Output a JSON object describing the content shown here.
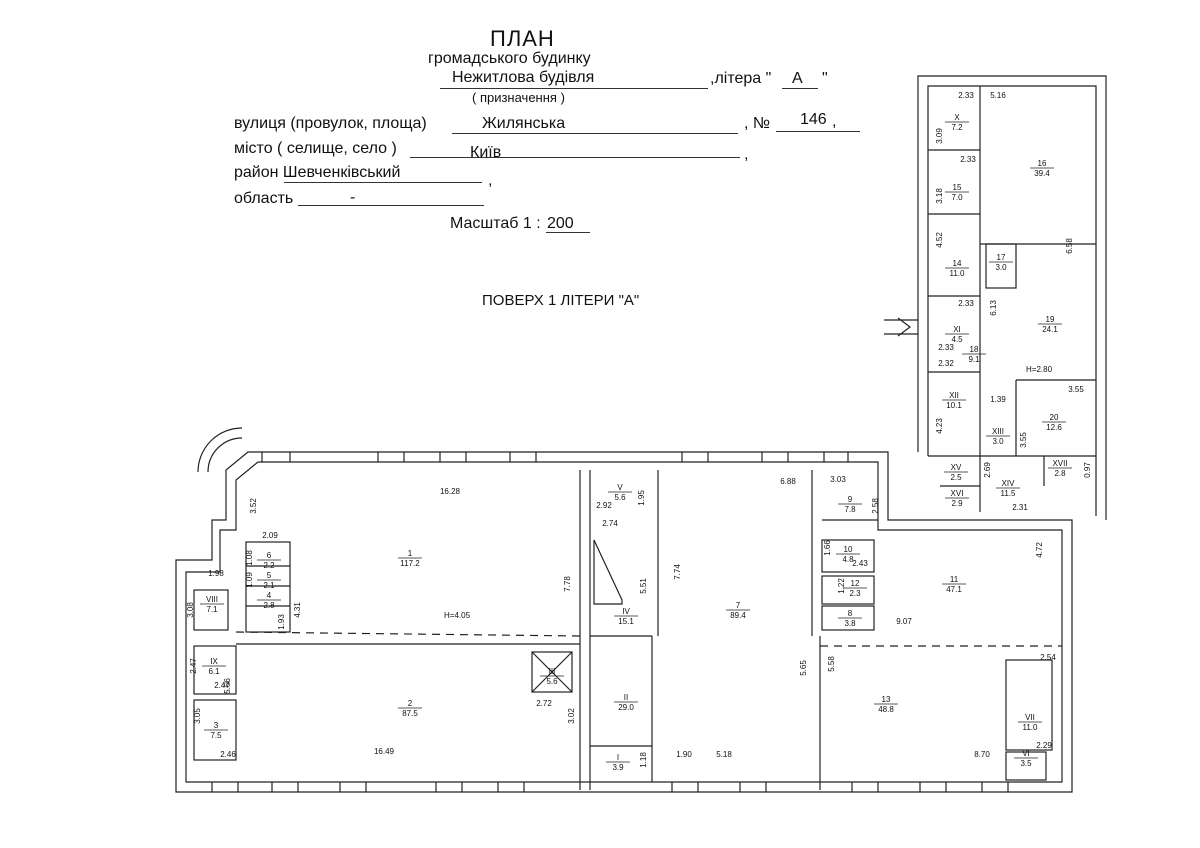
{
  "header": {
    "title": "ПЛАН",
    "subtitle": "громадського будинку",
    "building": "Нежитлова будівля",
    "litera_prefix": ",літера \"",
    "litera_value": "А",
    "litera_suffix": "\"",
    "purpose_note": "( призначення )",
    "street_label": "вулиця (провулок, площа)",
    "street_value": "Жилянська",
    "number_label": ", №",
    "number_value": "146",
    "number_suffix": ",",
    "city_label": "місто ( селище, село )",
    "city_value": "Київ",
    "city_suffix": ",",
    "district_label": "район Шевченківський",
    "district_suffix": ",",
    "region_label": "область",
    "region_value": "-",
    "scale_label": "Масштаб 1 :",
    "scale_value": "200",
    "floor_caption": "ПОВЕРХ 1 ЛІТЕРИ \"А\""
  },
  "floor_height_main": "H=4.05",
  "floor_height_annex": "H=2.80",
  "rooms": [
    {
      "id": "1",
      "area": "117.2"
    },
    {
      "id": "2",
      "area": "87.5"
    },
    {
      "id": "3",
      "area": "7.5"
    },
    {
      "id": "4",
      "area": "2.8"
    },
    {
      "id": "5",
      "area": "2.1"
    },
    {
      "id": "6",
      "area": "2.2"
    },
    {
      "id": "7",
      "area": "89.4"
    },
    {
      "id": "8",
      "area": "3.8"
    },
    {
      "id": "9",
      "area": "7.8"
    },
    {
      "id": "10",
      "area": "4.8"
    },
    {
      "id": "11",
      "area": "47.1"
    },
    {
      "id": "12",
      "area": "2.3"
    },
    {
      "id": "13",
      "area": "48.8"
    },
    {
      "id": "14",
      "area": "11.0"
    },
    {
      "id": "15",
      "area": "7.0"
    },
    {
      "id": "16",
      "area": "39.4"
    },
    {
      "id": "17",
      "area": "3.0"
    },
    {
      "id": "18",
      "area": "9.1"
    },
    {
      "id": "19",
      "area": "24.1"
    },
    {
      "id": "20",
      "area": "12.6"
    },
    {
      "id": "I",
      "area": "3.9"
    },
    {
      "id": "II",
      "area": "29.0"
    },
    {
      "id": "III",
      "area": "5.6"
    },
    {
      "id": "IV",
      "area": "15.1"
    },
    {
      "id": "V",
      "area": "5.6"
    },
    {
      "id": "VI",
      "area": "3.5"
    },
    {
      "id": "VII",
      "area": "11.0"
    },
    {
      "id": "VIII",
      "area": "7.1"
    },
    {
      "id": "IX",
      "area": "6.1"
    },
    {
      "id": "X",
      "area": "7.2"
    },
    {
      "id": "XI",
      "area": "4.5"
    },
    {
      "id": "XII",
      "area": "10.1"
    },
    {
      "id": "XIII",
      "area": "3.0"
    },
    {
      "id": "XIV",
      "area": "11.5"
    },
    {
      "id": "XV",
      "area": "2.5"
    },
    {
      "id": "XVI",
      "area": "2.9"
    },
    {
      "id": "XVII",
      "area": "2.8"
    }
  ],
  "dimensions": [
    "16.28",
    "3.52",
    "2.09",
    "1.08",
    "1.98",
    "3.08",
    "2.47",
    "2.47",
    "5.66",
    "3.05",
    "2.46",
    "16.49",
    "4.31",
    "1.93",
    "1.09",
    "7.78",
    "2.72",
    "3.02",
    "1.95",
    "2.92",
    "2.74",
    "5.51",
    "7.74",
    "1.18",
    "1.90",
    "5.18",
    "6.88",
    "3.03",
    "2.58",
    "1.66",
    "2.43",
    "1.22",
    "5.65",
    "5.58",
    "9.07",
    "4.72",
    "2.54",
    "2.29",
    "8.70",
    "2.33",
    "5.16",
    "3.09",
    "2.33",
    "3.18",
    "4.52",
    "6.58",
    "2.33",
    "6.13",
    "2.33",
    "2.32",
    "1.39",
    "3.55",
    "4.23",
    "3.55",
    "2.69",
    "0.97",
    "2.31"
  ]
}
